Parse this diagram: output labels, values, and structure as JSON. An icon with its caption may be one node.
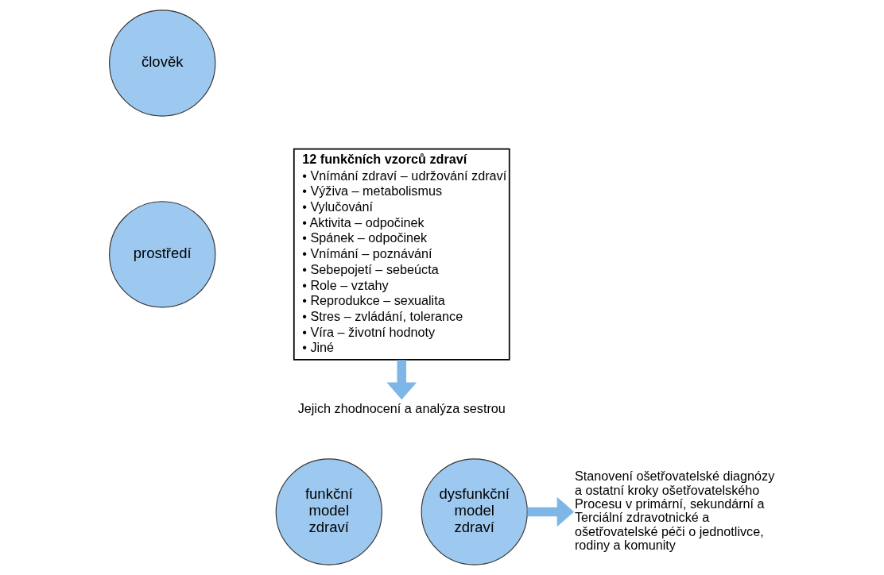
{
  "diagram": {
    "nodes": [
      {
        "text": [
          "člověk"
        ]
      },
      {
        "text": [
          "prostředí"
        ]
      },
      {
        "text": [
          "12 funkčních vzorců zdraví",
          "• Vnímání zdraví – udržování zdraví",
          "• Výživa – metabolismus",
          "• Vylučování",
          "• Aktivita – odpočinek",
          "• Spánek – odpočinek",
          "• Vnímání – poznávání",
          "• Sebepojetí – sebeúcta",
          "• Role – vztahy",
          "• Reprodukce – sexualita",
          "• Stres – zvládání, tolerance",
          "• Víra – životní hodnoty",
          "• Jiné"
        ]
      },
      {
        "text": [
          "Jejich zhodnocení a analýza sestrou"
        ]
      },
      {
        "text": [
          "funkční model zdraví"
        ]
      },
      {
        "text": [
          "dysfunkční model zdraví"
        ]
      },
      {
        "text": [
          "Stanovení ošetřovatelské diagnózy a ostatní kroky ošetřovatelského Procesu v primární, sekundární a Terciální zdravotnické a ošetřovatelské péči o jednotlivce, rodiny a komunity"
        ]
      }
    ],
    "edges": [
      {
        "from": 2,
        "to": 3,
        "arrow": "to"
      },
      {
        "from": 5,
        "to": 6,
        "arrow": "to"
      }
    ]
  }
}
